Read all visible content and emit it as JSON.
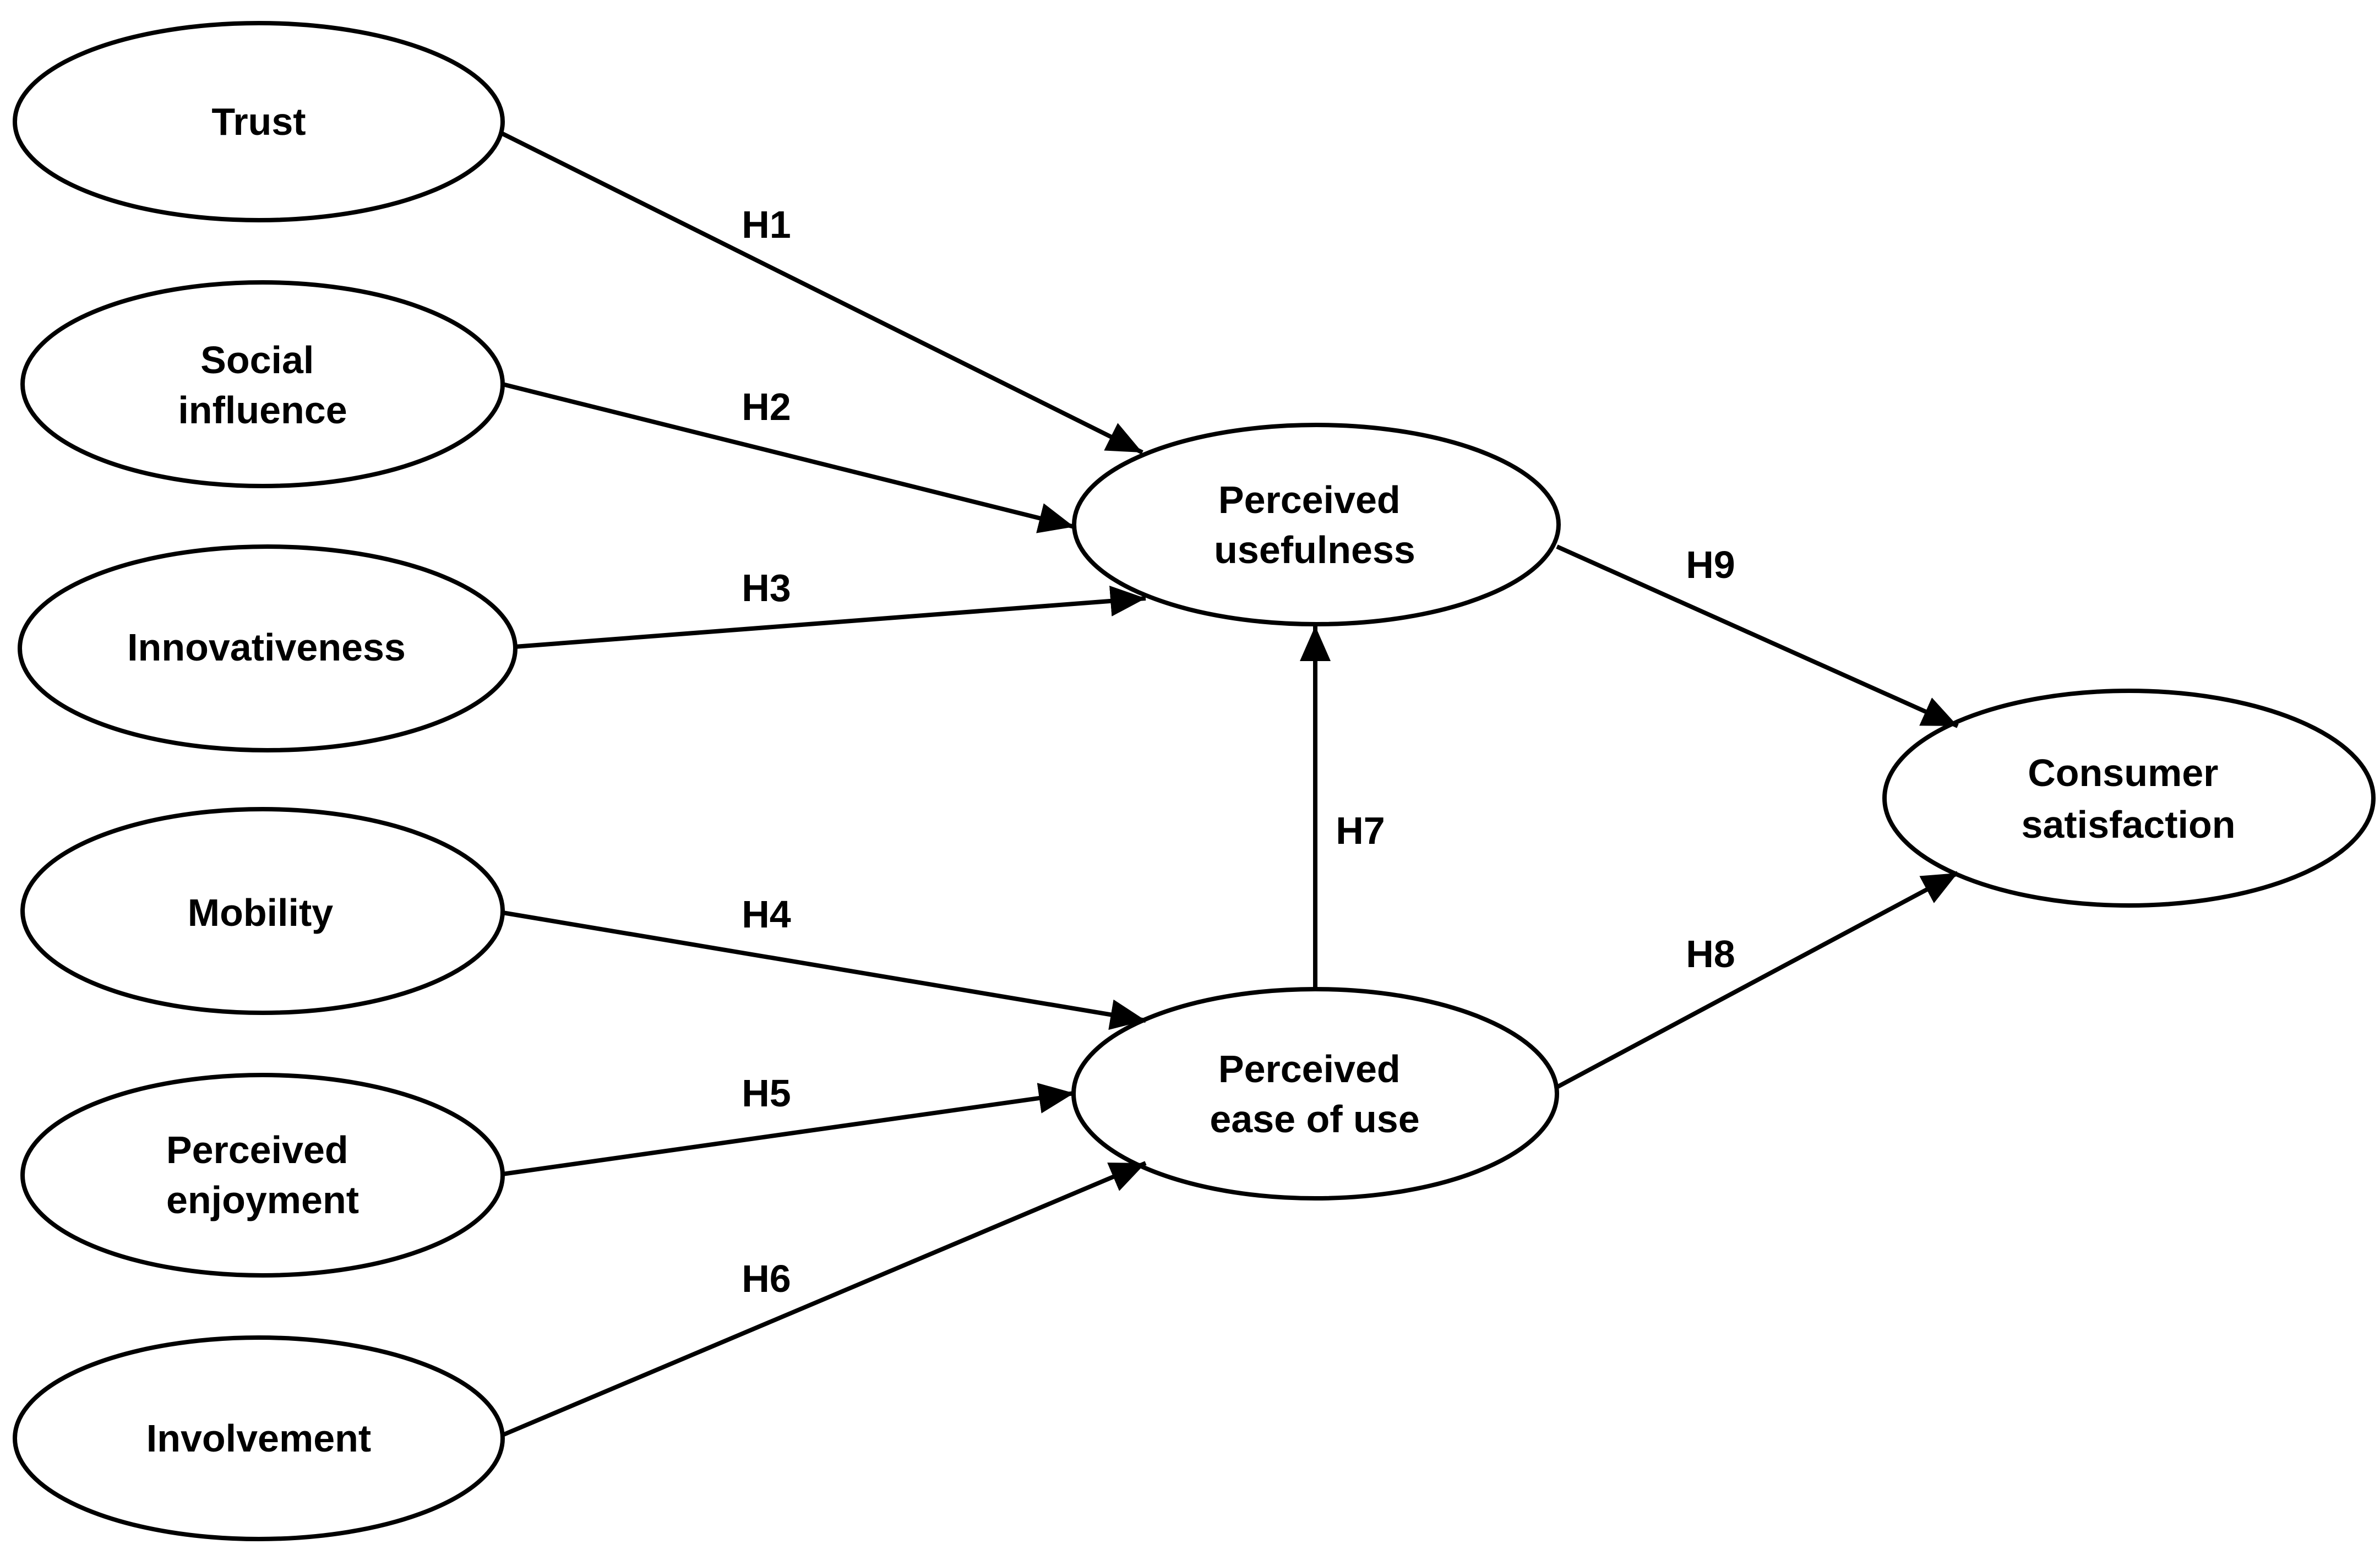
{
  "colors": {
    "stroke": "#000000",
    "background": "#ffffff"
  },
  "constructs": [
    {
      "label_lines": [
        "Trust"
      ]
    },
    {
      "label_lines": [
        "Social",
        "influence"
      ]
    },
    {
      "label_lines": [
        "Innovativeness"
      ]
    },
    {
      "label_lines": [
        "Mobility"
      ]
    },
    {
      "label_lines": [
        "Perceived",
        "enjoyment"
      ]
    },
    {
      "label_lines": [
        "Involvement"
      ]
    },
    {
      "label_lines": [
        "Perceived",
        "usefulness"
      ]
    },
    {
      "label_lines": [
        "Perceived",
        "ease of use"
      ]
    },
    {
      "label_lines": [
        "Consumer",
        "satisfaction"
      ]
    }
  ],
  "hypotheses": [
    {
      "label": "H1",
      "from": 0,
      "to": 6
    },
    {
      "label": "H2",
      "from": 1,
      "to": 6
    },
    {
      "label": "H3",
      "from": 2,
      "to": 6
    },
    {
      "label": "H4",
      "from": 3,
      "to": 7
    },
    {
      "label": "H5",
      "from": 4,
      "to": 7
    },
    {
      "label": "H6",
      "from": 5,
      "to": 7
    },
    {
      "label": "H7",
      "from": 7,
      "to": 6
    },
    {
      "label": "H8",
      "from": 7,
      "to": 8
    },
    {
      "label": "H9",
      "from": 6,
      "to": 8
    }
  ]
}
